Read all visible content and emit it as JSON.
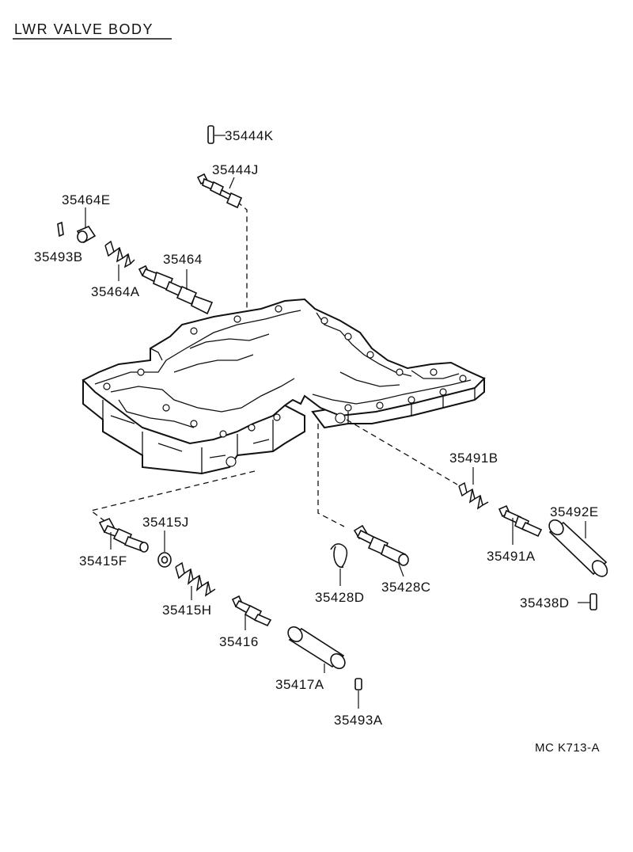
{
  "title": "LWR VALVE BODY",
  "drawing_code": "MC  K713-A",
  "parts": {
    "p35444K": "35444K",
    "p35444J": "35444J",
    "p35464E": "35464E",
    "p35493B": "35493B",
    "p35464": "35464",
    "p35464A": "35464A",
    "p35491B": "35491B",
    "p35492E": "35492E",
    "p35491A": "35491A",
    "p35438D": "35438D",
    "p35415J": "35415J",
    "p35415F": "35415F",
    "p35415H": "35415H",
    "p35416": "35416",
    "p35417A": "35417A",
    "p35493A": "35493A",
    "p35428D": "35428D",
    "p35428C": "35428C"
  }
}
